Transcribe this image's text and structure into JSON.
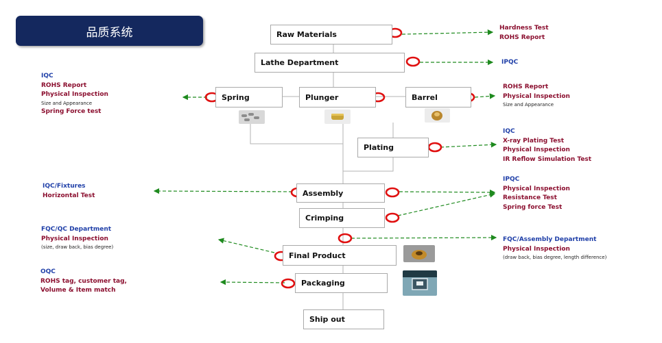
{
  "title": "品质系统",
  "colors": {
    "banner": "#14285e",
    "marker": "#e01010",
    "arrow": "#1e8a1e",
    "blue_text": "#1f3fa8",
    "red_text": "#8b0f2f",
    "box_border": "#a9a9a9"
  },
  "process": {
    "raw_materials": "Raw Materials",
    "lathe": "Lathe Department",
    "spring": "Spring",
    "plunger": "Plunger",
    "barrel": "Barrel",
    "plating": "Plating",
    "assembly": "Assembly",
    "crimping": "Crimping",
    "final_product": "Final Product",
    "packaging": "Packaging",
    "ship_out": "Ship out"
  },
  "notes": {
    "raw_materials": [
      "Hardness Test",
      "ROHS Report"
    ],
    "lathe": [
      "IPQC"
    ],
    "spring": [
      "IQC",
      "ROHS Report",
      "Physical Inspection",
      "Size and Appearance",
      "Spring Force test"
    ],
    "barrel": [
      "ROHS Report",
      "Physical Inspection",
      "Size and Appearance"
    ],
    "plating": [
      "IQC",
      "X-ray Plating Test",
      "Physical Inspection",
      "IR Reflow Simulation Test"
    ],
    "assembly_left": [
      "IQC/Fixtures",
      "Horizontal Test"
    ],
    "assembly_right": [
      "IPQC",
      "Physical Inspection",
      "Resistance Test",
      "Spring force Test"
    ],
    "final_left": [
      "FQC/QC Department",
      "Physical Inspection",
      "(size, draw back, bias degree)"
    ],
    "final_right": [
      "FQC/Assembly Department",
      "Physical Inspection",
      "(draw back, bias degree, length difference)"
    ],
    "packaging": [
      "OQC",
      "ROHS tag, customer tag,",
      "Volume & Item match"
    ]
  }
}
